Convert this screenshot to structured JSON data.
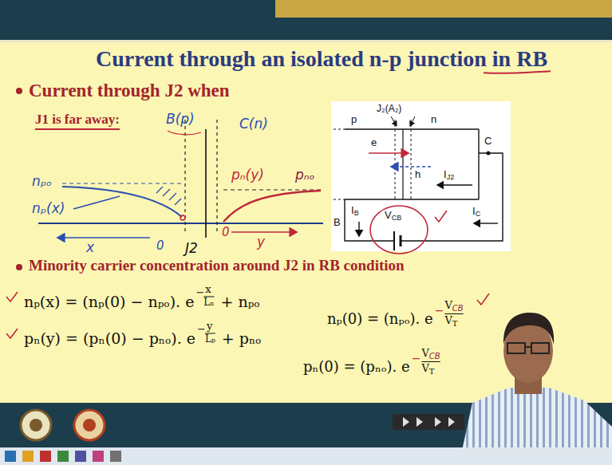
{
  "diagram": {
    "title": "Current through an isolated n-p junction in RB",
    "labels": [
      "Current through J2 when",
      "J1 is far away:",
      "B(p)",
      "C(n)",
      "nₚₒ",
      "nₚ(x)",
      "pₙₒ",
      "pₙ(y)",
      "x",
      "0",
      "0",
      "y",
      "J2",
      "J₂(A₂)",
      "p",
      "n",
      "e",
      "h",
      "I",
      "J2",
      "C",
      "I",
      "C",
      "B",
      "I",
      "B",
      "V",
      "CB",
      "Minority carrier concentration around J2 in RB condition",
      "nₚ(x) = (nₚ(0) − nₚₒ). e",
      "−",
      "x",
      "Lₙ",
      "+ nₚₒ",
      "pₙ(y) = (pₙ(0) − pₙₒ). e",
      "−",
      "y",
      "Lₚ",
      "+ pₙₒ",
      "nₚ(0) = (nₚₒ). e",
      "−",
      "V",
      "CB",
      "V",
      "T",
      "pₙ(0) = (pₙₒ). e",
      "−",
      "V",
      "CB",
      "V",
      "T"
    ]
  }
}
